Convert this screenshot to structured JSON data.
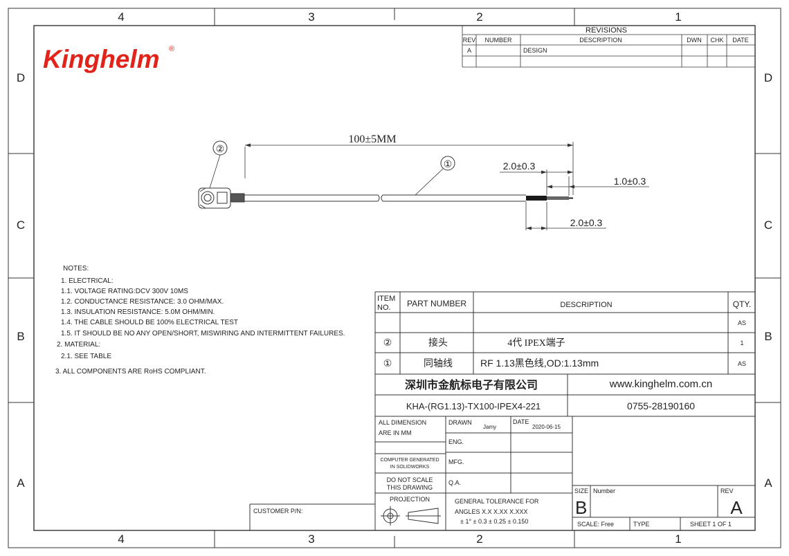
{
  "logo": {
    "text": "Kinghelm",
    "mark": "®",
    "color": "#e2231a"
  },
  "zones": {
    "columns": [
      "4",
      "3",
      "2",
      "1"
    ],
    "rows": [
      "D",
      "C",
      "B",
      "A"
    ]
  },
  "revisions": {
    "title": "REVISIONS",
    "headers": {
      "rev": "REV",
      "number": "NUMBER",
      "description": "DESCRIPTION",
      "dwn": "DWN",
      "chk": "CHK",
      "date": "DATE"
    },
    "rows": [
      {
        "rev": "A",
        "number": "",
        "description": "DESIGN",
        "dwn": "",
        "chk": "",
        "date": ""
      }
    ]
  },
  "dimensions": {
    "overall_length": "100±5MM",
    "strip_a": "2.0±0.3",
    "strip_b": "1.0±0.3",
    "strip_c": "2.0±0.3"
  },
  "callouts": {
    "connector": "②",
    "cable": "①"
  },
  "notes": {
    "title": "NOTES:",
    "lines": [
      "1.   ELECTRICAL:",
      "1.1.   VOLTAGE RATING:DCV 300V 10MS",
      "1.2.   CONDUCTANCE RESISTANCE: 3.0 OHM/MAX.",
      "1.3.   INSULATION RESISTANCE: 5.0M OHM/MIN.",
      "1.4.   THE CABLE SHOULD BE 100% ELECTRICAL TEST",
      "1.5.   IT SHOULD BE NO ANY OPEN/SHORT, MISWIRING AND INTERMITTENT FAILURES.",
      "2.   MATERIAL:",
      "2.1.   SEE TABLE",
      "3.   ALL COMPONENTS ARE RoHS COMPLIANT."
    ]
  },
  "bom": {
    "headers": {
      "item_l1": "ITEM",
      "item_l2": "NO.",
      "part_number": "PART NUMBER",
      "description": "DESCRIPTION",
      "qty": "QTY."
    },
    "rows": [
      {
        "item": "",
        "part": "",
        "description": "",
        "qty": "AS"
      },
      {
        "item": "②",
        "part": "接头",
        "description": "4代 IPEX端子",
        "qty": "1"
      },
      {
        "item": "①",
        "part": "同轴线",
        "description": "RF 1.13黑色线,OD:1.13mm",
        "qty": "AS"
      }
    ]
  },
  "title_block": {
    "company": "深圳市金航标电子有限公司",
    "website": "www.kinghelm.com.cn",
    "part_no": "KHA-(RG1.13)-TX100-IPEX4-221",
    "phone": "0755-28190160",
    "all_dimension_l1": "ALL DIMENSION",
    "all_dimension_l2": "ARE IN MM",
    "drawn_label": "DRAWN",
    "drawn_by": "Jamy",
    "date_label": "DATE",
    "date": "2020-06-15",
    "eng": "ENG.",
    "computer_l1": "COMPUTER GENERATED",
    "computer_l2": "IN SOLIDWORKS",
    "mfg": "MFG.",
    "noscale_l1": "DO NOT SCALE",
    "noscale_l2": "THIS DRAWING",
    "qa": "Q.A.",
    "projection": "PROJECTION",
    "tolerance_title": "GENERAL TOLERANCE FOR",
    "tolerance_l2": "ANGLES    X.X      X.XX     X.XXX",
    "tolerance_l3": "± 1°      ± 0.3  ± 0.25  ± 0.150",
    "size_label": "SIZE",
    "size": "B",
    "number_label": "Number",
    "rev_label": "REV",
    "rev": "A",
    "scale": "SCALE:  Free",
    "type": "TYPE",
    "sheet": "SHEET   1    OF   1",
    "customer_pn": "CUSTOMER P/N:"
  }
}
